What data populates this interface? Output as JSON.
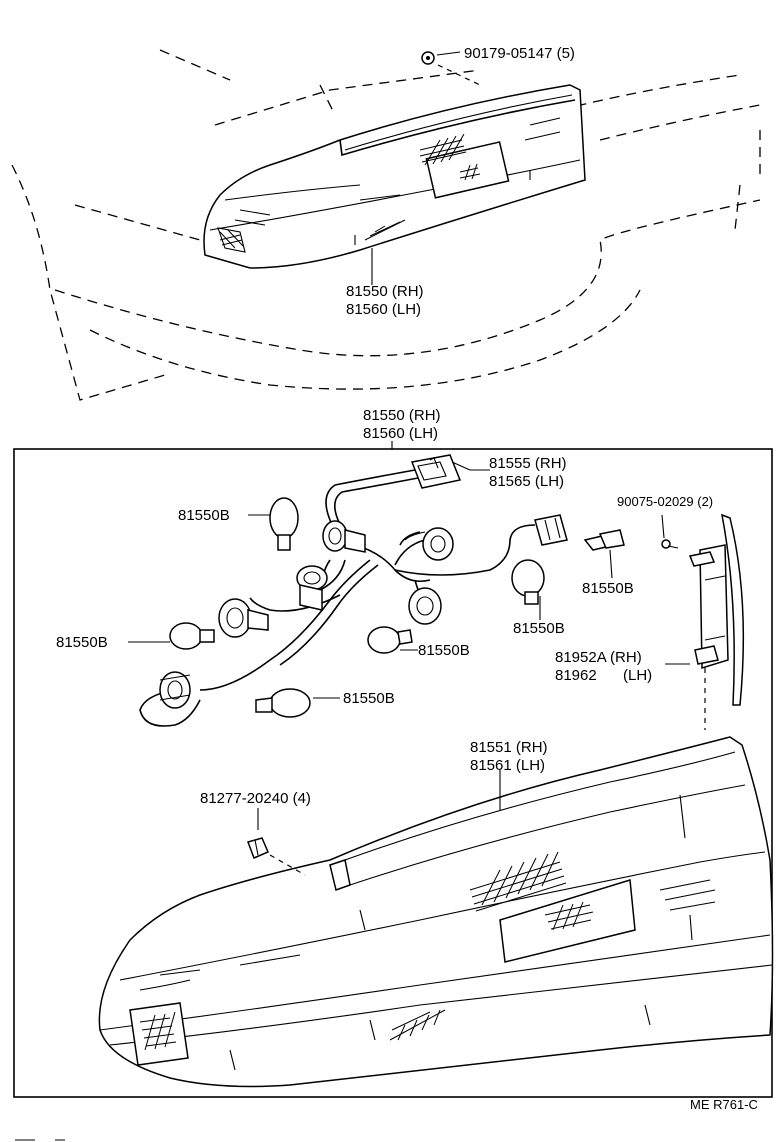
{
  "labels": {
    "nut_top": "90179-05147 (5)",
    "lamp_top_rh": "81550 (RH)",
    "lamp_top_lh": "81560 (LH)",
    "assy_rh": "81550 (RH)",
    "assy_lh": "81560 (LH)",
    "socket_rh": "81555 (RH)",
    "socket_lh": "81565 (LH)",
    "screw": "90075-02029 (2)",
    "bulb_1": "81550B",
    "bulb_2": "81550B",
    "bulb_3": "81550B",
    "bulb_4": "81550B",
    "bulb_5": "81550B",
    "bulb_6": "81550B",
    "gasket_rh": "81952A (RH)",
    "gasket_lh_num": "81962",
    "gasket_lh_side": "(LH)",
    "lens_rh": "81551 (RH)",
    "lens_lh": "81561 (LH)",
    "clip": "81277-20240 (4)",
    "ref_code": "ME R761-C"
  }
}
